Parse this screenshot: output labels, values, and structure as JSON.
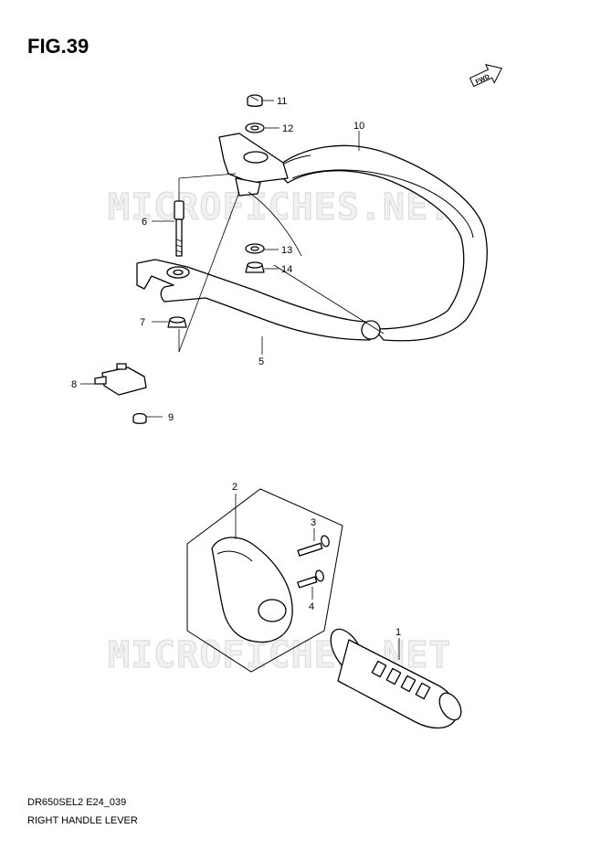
{
  "figure": {
    "title": "FIG.39",
    "code": "DR650SEL2 E24_039",
    "name": "RIGHT HANDLE LEVER"
  },
  "watermark": "MICROFICHES.NET",
  "fwd_badge": "FWD",
  "callouts": [
    "1",
    "2",
    "3",
    "4",
    "5",
    "6",
    "7",
    "8",
    "9",
    "10",
    "11",
    "12",
    "13",
    "14"
  ]
}
